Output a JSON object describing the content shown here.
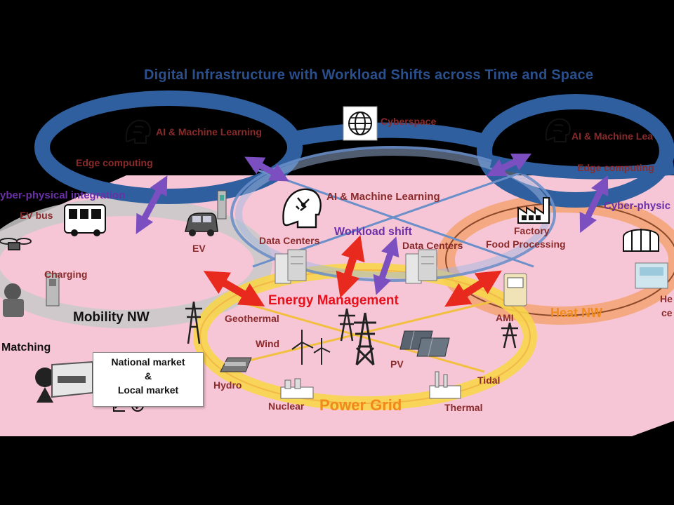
{
  "title": "Digital Infrastructure with Workload Shifts across Time and Space",
  "labels": {
    "ai_ml_left": "AI & Machine Learning",
    "edge_left": "Edge computing",
    "cyberspace": "Cyberspace",
    "ai_ml_right": "AI & Machine Lea",
    "edge_right": "Edge computing",
    "ai_ml_center": "AI & Machine Learning",
    "cyber_left": "yber-physical integration",
    "cyber_right": "Cyber-physic",
    "ev_bus": "EV bus",
    "ev": "EV",
    "charging": "Charging",
    "data_centers_left": "Data Centers",
    "data_centers_right": "Data Centers",
    "workload_shift": "Workload shift",
    "factory": "Factory",
    "food_processing": "Food Processing",
    "energy_management": "Energy Management",
    "mobility_nw": "Mobility NW",
    "heat_nw": "Heat NW",
    "geothermal": "Geothermal",
    "wind": "Wind",
    "pv": "PV",
    "ami": "AMI",
    "tidal": "Tidal",
    "hydro": "Hydro",
    "nuclear": "Nuclear",
    "thermal": "Thermal",
    "power_grid": "Power Grid",
    "matching": "Matching",
    "market_line1": "National market",
    "market_amp": "&",
    "market_line2": "Local market",
    "right_edge_1": "He",
    "right_edge_2": "ce"
  },
  "colors": {
    "background": "#000000",
    "plane": "#f7c6d6",
    "cyber_ring": "#2f5f9e",
    "power_grid_ring": "#f7d54a",
    "heat_ring": "#f0a070",
    "mobility_ring": "#c8c8c8",
    "arrow_red": "#e8291e",
    "arrow_purple": "#7b4fc0"
  },
  "icons": [
    "brain-icon",
    "globe-icon",
    "bus-icon",
    "ev-car-icon",
    "charger-icon",
    "server-icon",
    "factory-icon",
    "greenhouse-icon",
    "pylon-icon",
    "wind-turbine-icon",
    "solar-panel-icon",
    "meter-icon",
    "dam-icon",
    "nuclear-plant-icon",
    "thermal-plant-icon",
    "operator-icon",
    "chart-icon",
    "yen-icon",
    "drone-icon",
    "robot-icon"
  ]
}
